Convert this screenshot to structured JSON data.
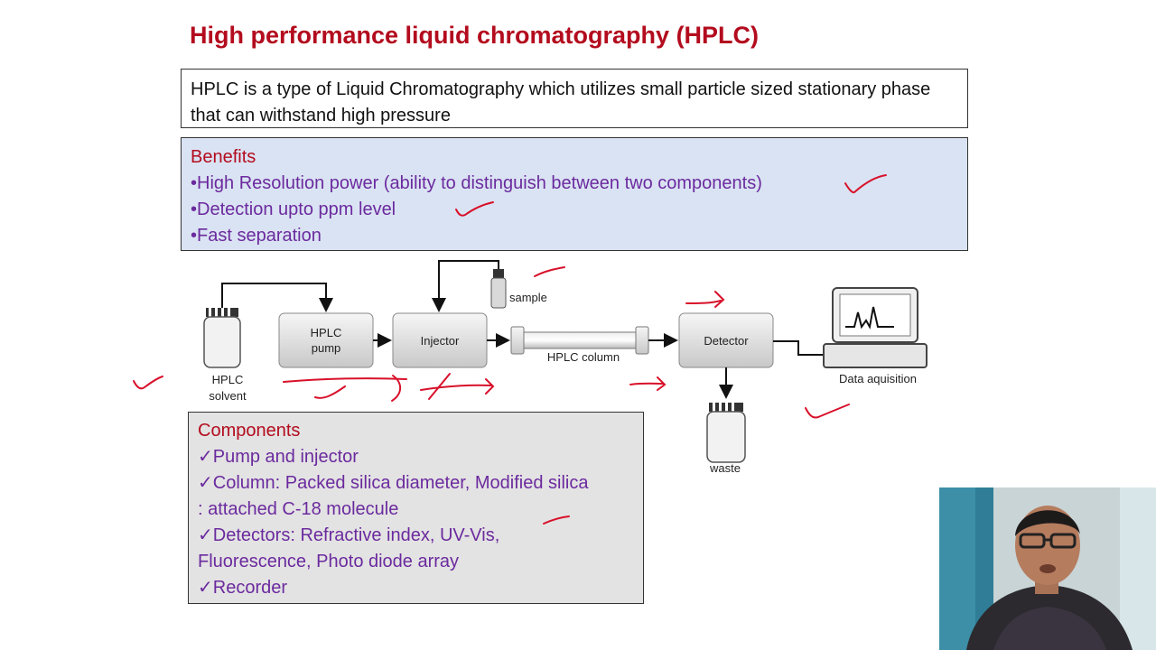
{
  "slide": {
    "title": "High performance liquid chromatography (HPLC)",
    "definition": "HPLC is a type of Liquid Chromatography which utilizes small particle sized stationary phase that can withstand high pressure"
  },
  "benefits": {
    "heading": "Benefits",
    "items": [
      "•High Resolution power (ability to distinguish between two components)",
      "•Detection upto ppm level",
      "•Fast separation"
    ]
  },
  "diagram": {
    "sample": "sample",
    "pump": [
      "HPLC",
      "pump"
    ],
    "injector": "Injector",
    "solvent": [
      "HPLC",
      "solvent"
    ],
    "column": "HPLC column",
    "detector": "Detector",
    "data": "Data aquisition",
    "waste": "waste"
  },
  "components": {
    "heading": "Components",
    "lines": [
      "✓Pump and injector",
      "✓Column: Packed silica diameter, Modified silica",
      ": attached C-18 molecule",
      "✓Detectors: Refractive index, UV-Vis,",
      "Fluorescence, Photo diode array",
      "✓Recorder"
    ]
  },
  "colors": {
    "title": "#b30c1e",
    "item": "#6b2a9e",
    "ink": "#d8102a"
  }
}
